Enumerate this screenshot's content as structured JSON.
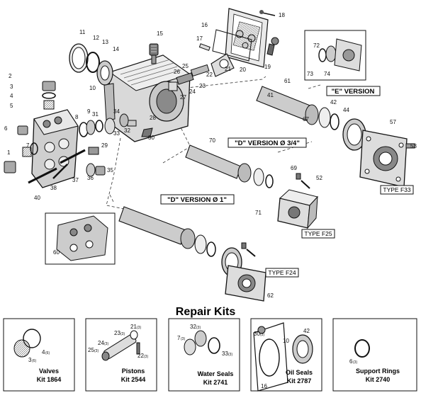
{
  "versions": {
    "e": "\"E\" VERSION",
    "d34": "\"D\" VERSION Ø 3/4\"",
    "d1": "\"D\" VERSION Ø 1\""
  },
  "types": {
    "f33": "TYPE F33",
    "f25": "TYPE F25",
    "f24": "TYPE F24"
  },
  "repair_kits": {
    "title": "Repair Kits",
    "kits": [
      {
        "name": "Valves",
        "number": "Kit 1864",
        "parts": [
          "4",
          "3"
        ],
        "qty": [
          "(6)",
          "(6)"
        ]
      },
      {
        "name": "Pistons",
        "number": "Kit 2544",
        "parts": [
          "21",
          "23",
          "24",
          "25",
          "22"
        ],
        "qty": [
          "(3)",
          "(3)",
          "(3)",
          "(3)",
          "(3)"
        ]
      },
      {
        "name": "Water Seals",
        "number": "Kit 2741",
        "parts": [
          "7",
          "32",
          "33"
        ],
        "qty": [
          "(3)",
          "(3)",
          "(3)"
        ]
      },
      {
        "name": "Oil Seals",
        "number": "Kit 2787",
        "parts": [
          "30",
          "42",
          "10",
          "16"
        ],
        "qty": [
          "(3)",
          "",
          "",
          ""
        ]
      },
      {
        "name": "Support Rings",
        "number": "Kit 2740",
        "parts": [
          "6"
        ],
        "qty": [
          "(3)"
        ]
      }
    ]
  },
  "callouts": [
    "1",
    "2",
    "3",
    "4",
    "5",
    "6",
    "7",
    "8",
    "9",
    "10",
    "11",
    "12",
    "13",
    "14",
    "15",
    "16",
    "17",
    "18",
    "19",
    "20",
    "21",
    "22",
    "23",
    "24",
    "25",
    "26",
    "27",
    "28",
    "29",
    "30",
    "31",
    "32",
    "33",
    "34",
    "35",
    "36",
    "37",
    "38",
    "40",
    "41",
    "42",
    "44",
    "52",
    "53",
    "57",
    "60",
    "61",
    "62",
    "67",
    "69",
    "70",
    "71",
    "72",
    "73",
    "74"
  ]
}
